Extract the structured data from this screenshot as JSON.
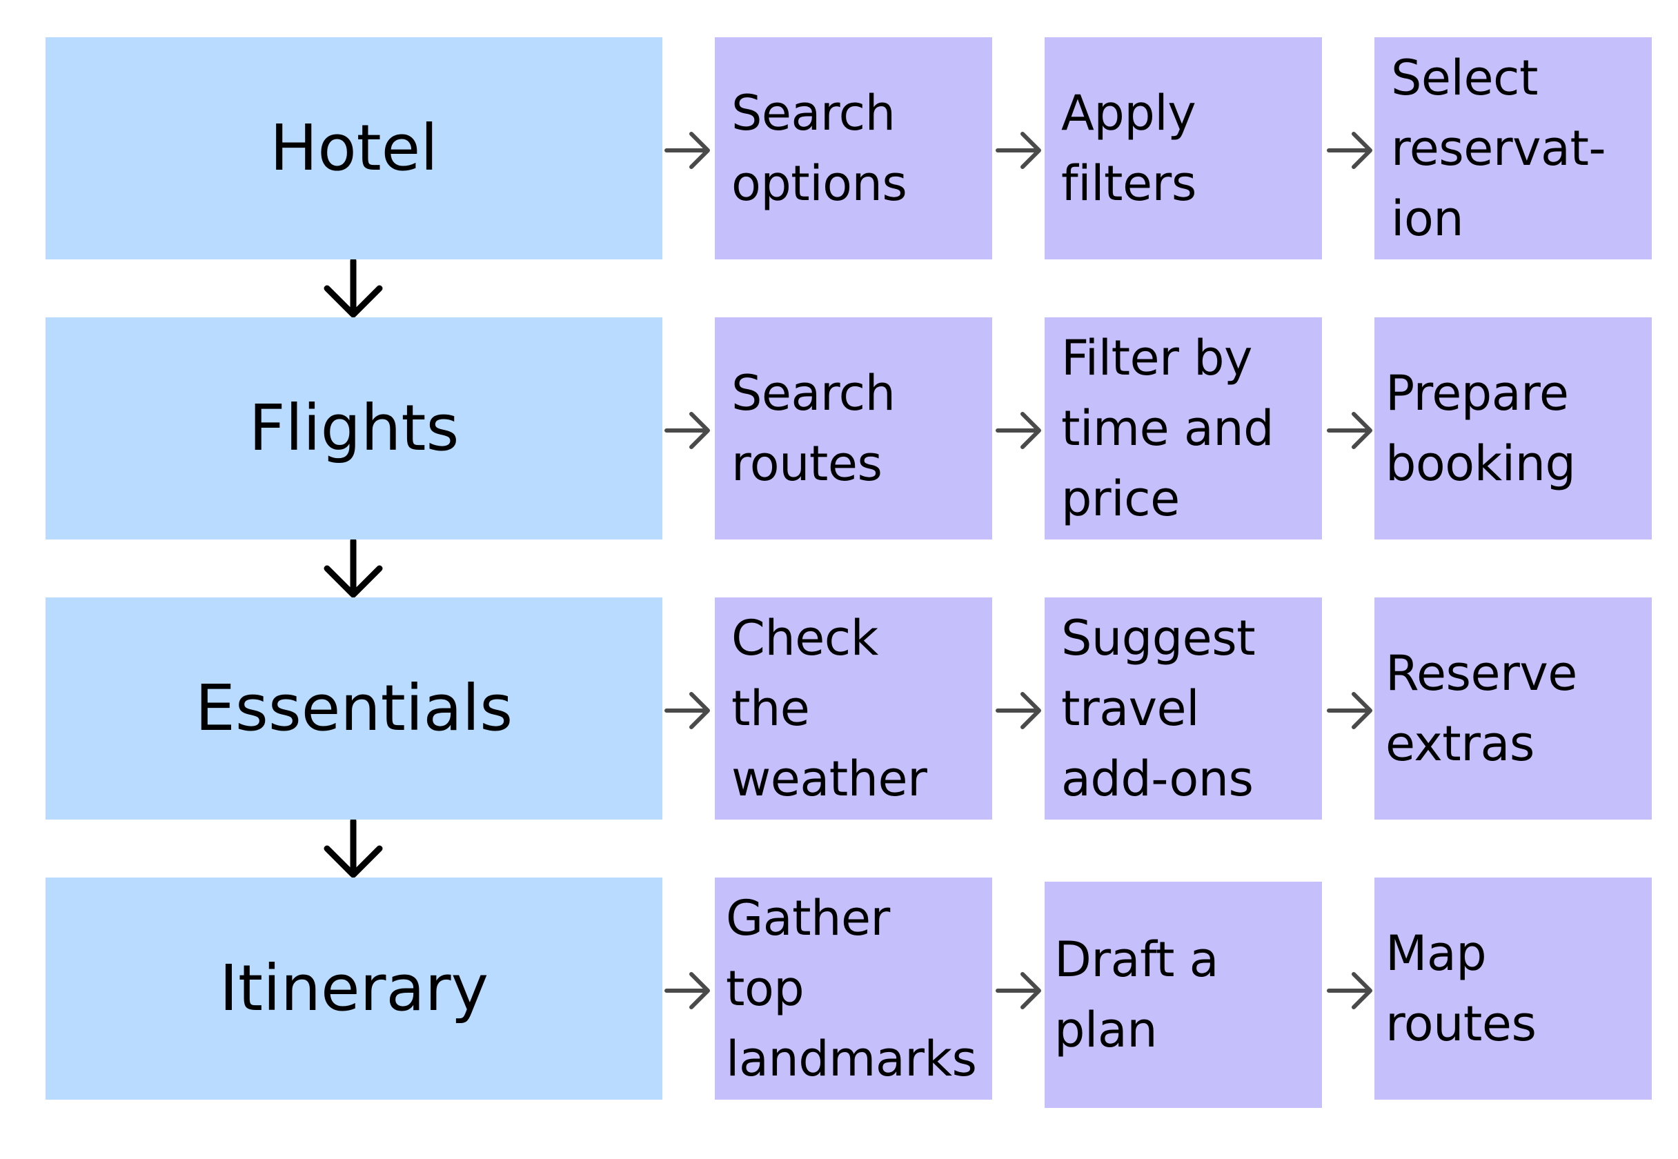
{
  "colors": {
    "category_fill": "#b8dbff",
    "step_fill": "#c5c0fb",
    "down_arrow": "#000000",
    "right_arrow": "#4a4a4a",
    "text": "#000000"
  },
  "rows": [
    {
      "category": "Hotel",
      "steps": [
        "Search\noptions",
        "Apply\nfilters",
        "Select\nreservat-\nion"
      ]
    },
    {
      "category": "Flights",
      "steps": [
        "Search\nroutes",
        "Filter by\ntime and\nprice",
        "Prepare\nbooking"
      ]
    },
    {
      "category": "Essentials",
      "steps": [
        "Check\nthe\nweather",
        "Suggest\ntravel\nadd-ons",
        "Reserve\nextras"
      ]
    },
    {
      "category": "Itinerary",
      "steps": [
        "Gather\ntop\nlandmarks",
        "Draft a\nplan",
        "Map\nroutes"
      ]
    }
  ]
}
